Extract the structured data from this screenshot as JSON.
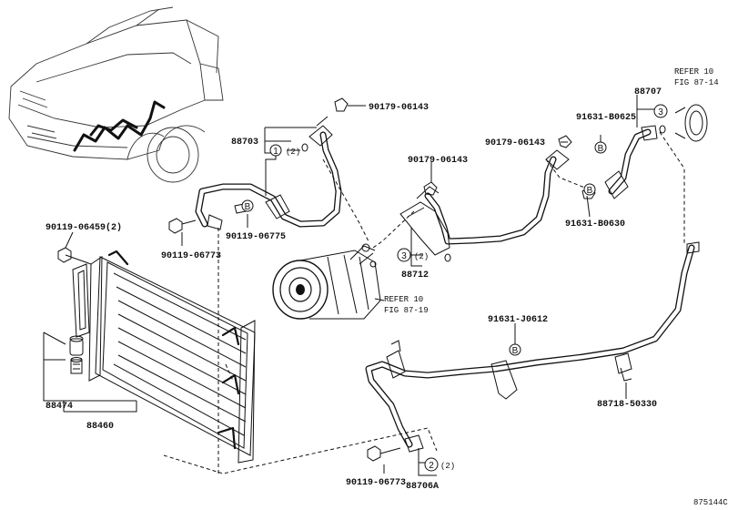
{
  "labels": {
    "p90179_06143_a": "90179-06143",
    "p88703": "88703",
    "p88703_qty": "(2)",
    "p90179_06143_b": "90179-06143",
    "p90179_06143_c": "90179-06143",
    "p88707": "88707",
    "refer_top_1": "REFER 10",
    "refer_top_2": "FIG 87-14",
    "p91631_b0625": "91631-B0625",
    "p91631_b0630": "91631-B0630",
    "p90119_06459": "90119-06459(2)",
    "p90119_06773_a": "90119-06773",
    "p90119_06775": "90119-06775",
    "p88712": "88712",
    "p88712_qty": "(2)",
    "refer_mid_1": "REFER 10",
    "refer_mid_2": "FIG 87-19",
    "p91631_j0612": "91631-J0612",
    "p88474": "88474",
    "p88460": "88460",
    "p88718_50330": "88718-50330",
    "p90119_06773_b": "90119-06773",
    "p88706a": "88706A",
    "p88706a_qty": "(2)",
    "figure_code": "875144C"
  },
  "callouts": {
    "c1": "1",
    "c2": "2",
    "c3a": "3",
    "c3b": "3",
    "bA": "B",
    "bB": "B",
    "bC": "B",
    "bD": "B"
  }
}
